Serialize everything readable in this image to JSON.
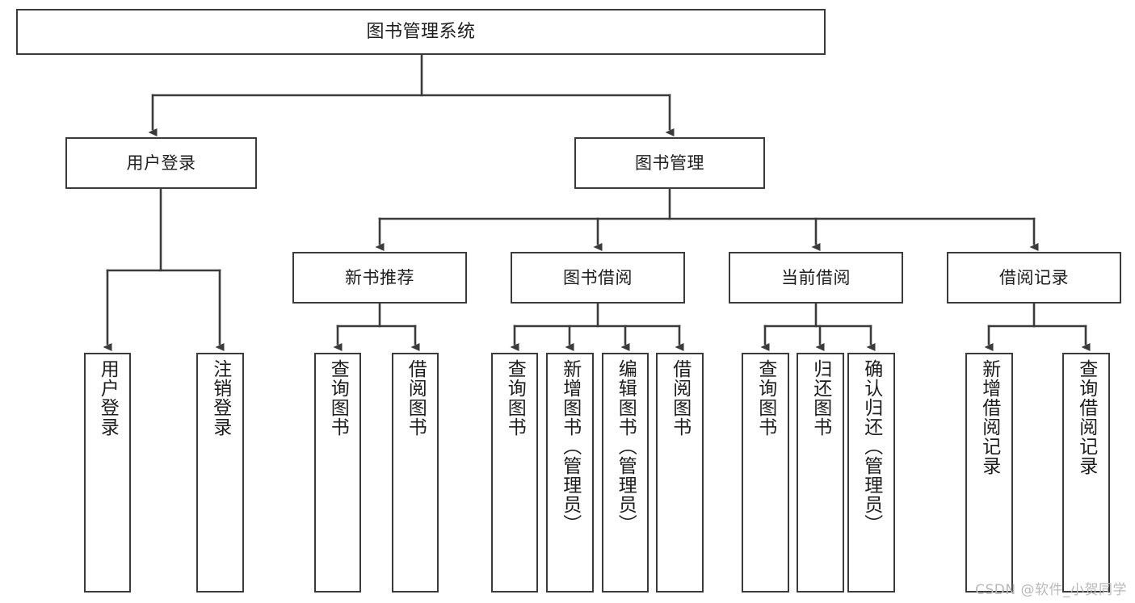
{
  "diagram": {
    "type": "tree",
    "title_node": {
      "label": "图书管理系统"
    },
    "level2": [
      {
        "label": "用户登录"
      },
      {
        "label": "图书管理"
      }
    ],
    "level3": [
      {
        "label": "新书推荐"
      },
      {
        "label": "图书借阅"
      },
      {
        "label": "当前借阅"
      },
      {
        "label": "借阅记录"
      }
    ],
    "leaves": {
      "user_login": [
        {
          "label": "用户登录"
        },
        {
          "label": "注销登录"
        }
      ],
      "new_book_recommend": [
        {
          "label": "查询图书"
        },
        {
          "label": "借阅图书"
        }
      ],
      "book_borrow": [
        {
          "label": "查询图书"
        },
        {
          "label": "新增图书（管理员）"
        },
        {
          "label": "编辑图书（管理员）"
        },
        {
          "label": "借阅图书"
        }
      ],
      "current_borrow": [
        {
          "label": "查询图书"
        },
        {
          "label": "归还图书"
        },
        {
          "label": "确认归还（管理员）"
        }
      ],
      "borrow_record": [
        {
          "label": "新增借阅记录"
        },
        {
          "label": "查询借阅记录"
        }
      ]
    }
  },
  "watermark": {
    "text": "CSDN @软件_小贺同学"
  },
  "colors": {
    "stroke": "#3b3b3b",
    "background": "#ffffff",
    "text": "#1d1d1d",
    "watermark": "#b9b9b9"
  }
}
